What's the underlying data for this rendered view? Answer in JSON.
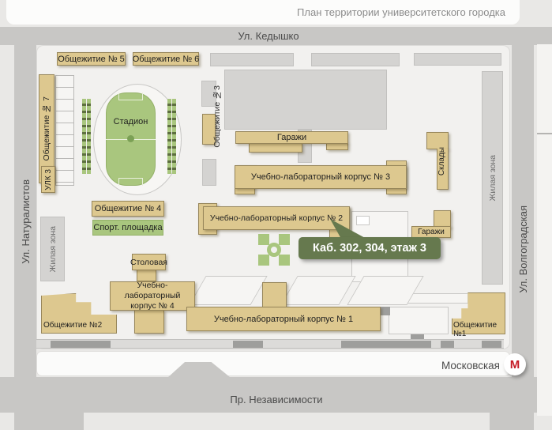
{
  "title": "План территории университетского городка",
  "streets": {
    "top": "Ул. Кедышко",
    "left": "Ул. Натуралистов",
    "right": "Ул. Волгоградская",
    "bottom": "Пр. Независимости"
  },
  "metro": {
    "station": "Московская",
    "symbol": "М"
  },
  "callout": {
    "text": "Каб. 302, 304, этаж 3"
  },
  "buildings": {
    "dorm5": "Общежитие № 5",
    "dorm6": "Общежитие № 6",
    "dorm7": "Общежитие № 7",
    "dorm4": "Общежитие № 4",
    "dorm3": "Общежитие №3",
    "dorm2": "Общежитие №2",
    "dorm1": "Общежитие №1",
    "ulk3": "УЛК 3",
    "stadium": "Стадион",
    "garage_top": "Гаражи",
    "garage_right": "Гаражи",
    "sklady": "Склады",
    "korpus3": "Учебно-лабораторный корпус № 3",
    "korpus2": "Учебно-лабораторный корпус № 2",
    "korpus4": "Учебно-лабораторный корпус № 4",
    "korpus1": "Учебно-лабораторный корпус № 1",
    "stolovaya": "Столовая",
    "sport": "Спорт. площадка",
    "zhilaya_left": "Жилая зона",
    "zhilaya_right": "Жилая зона"
  },
  "colors": {
    "building_tan": "#ddc88f",
    "map_green": "#a9c67e",
    "callout_green": "#66794e",
    "metro_red": "#c51a25",
    "street_gray": "#c8c7c5"
  }
}
